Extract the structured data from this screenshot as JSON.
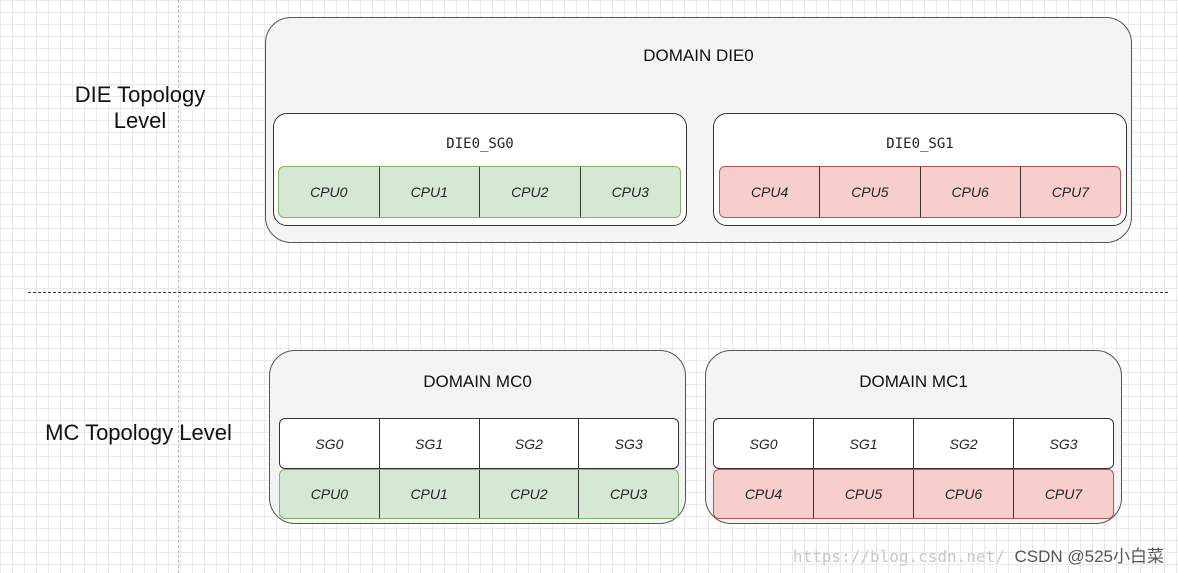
{
  "levels": {
    "die_label": "DIE Topology\nLevel",
    "mc_label": "MC Topology Level"
  },
  "die_domain": {
    "title": "DOMAIN DIE0",
    "groups": [
      {
        "title": "DIE0_SG0",
        "cpus": [
          "CPU0",
          "CPU1",
          "CPU2",
          "CPU3"
        ],
        "color": "#d5e8d4"
      },
      {
        "title": "DIE0_SG1",
        "cpus": [
          "CPU4",
          "CPU5",
          "CPU6",
          "CPU7"
        ],
        "color": "#f8cecc"
      }
    ]
  },
  "mc_domains": [
    {
      "title": "DOMAIN MC0",
      "groups": [
        "SG0",
        "SG1",
        "SG2",
        "SG3"
      ],
      "cpus": [
        "CPU0",
        "CPU1",
        "CPU2",
        "CPU3"
      ],
      "color": "#d5e8d4"
    },
    {
      "title": "DOMAIN MC1",
      "groups": [
        "SG0",
        "SG1",
        "SG2",
        "SG3"
      ],
      "cpus": [
        "CPU4",
        "CPU5",
        "CPU6",
        "CPU7"
      ],
      "color": "#f8cecc"
    }
  ],
  "watermark": {
    "url": "https://blog.csdn.net/",
    "brand": "CSDN @525小白菜"
  }
}
